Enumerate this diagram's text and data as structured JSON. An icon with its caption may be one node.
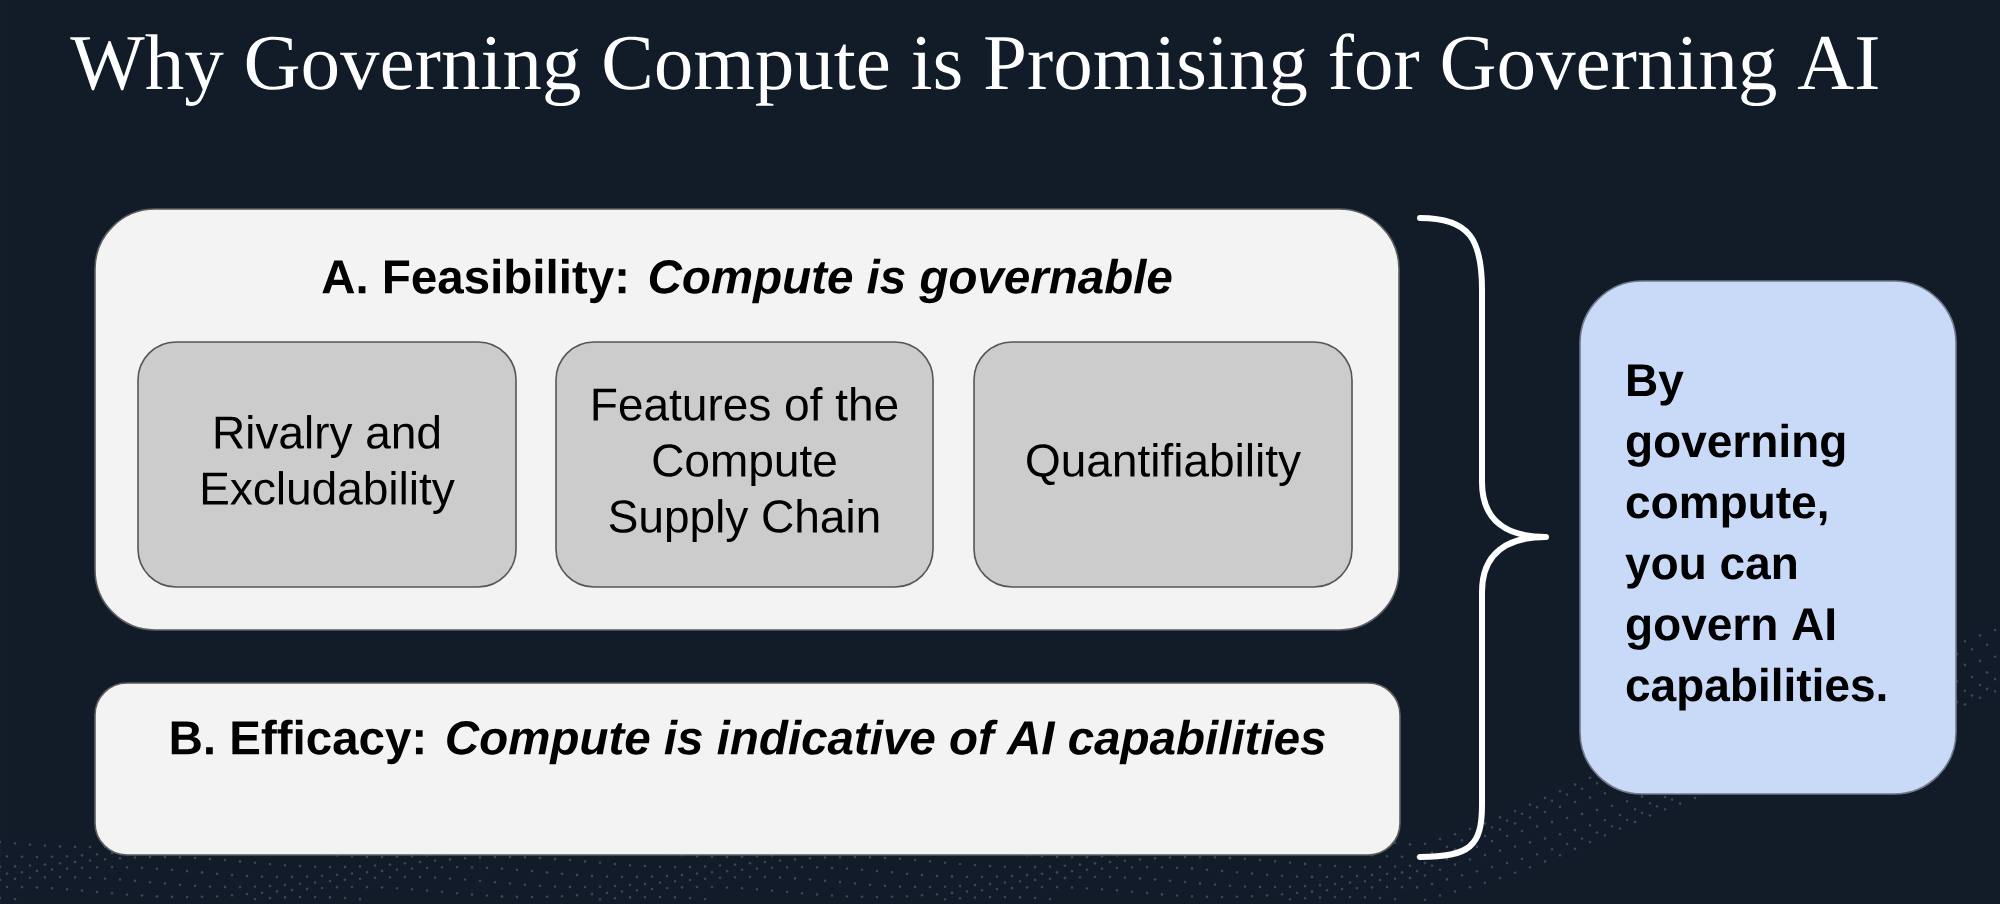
{
  "diagram": {
    "title": "Why Governing Compute is Promising for Governing AI",
    "nodes": [
      {
        "text": [
          "A. Feasibility: *Compute is governable*"
        ]
      },
      {
        "text": [
          "Rivalry and Excludability"
        ],
        "in": 0
      },
      {
        "text": [
          "Features of the Compute Supply Chain"
        ],
        "in": 0
      },
      {
        "text": [
          "Quantifiability"
        ],
        "in": 0
      },
      {
        "text": [
          "B. Efficacy: *Compute is indicative of AI capabilities*"
        ]
      },
      {
        "text": [
          "By governing compute, you can govern AI capabilities."
        ]
      }
    ]
  }
}
